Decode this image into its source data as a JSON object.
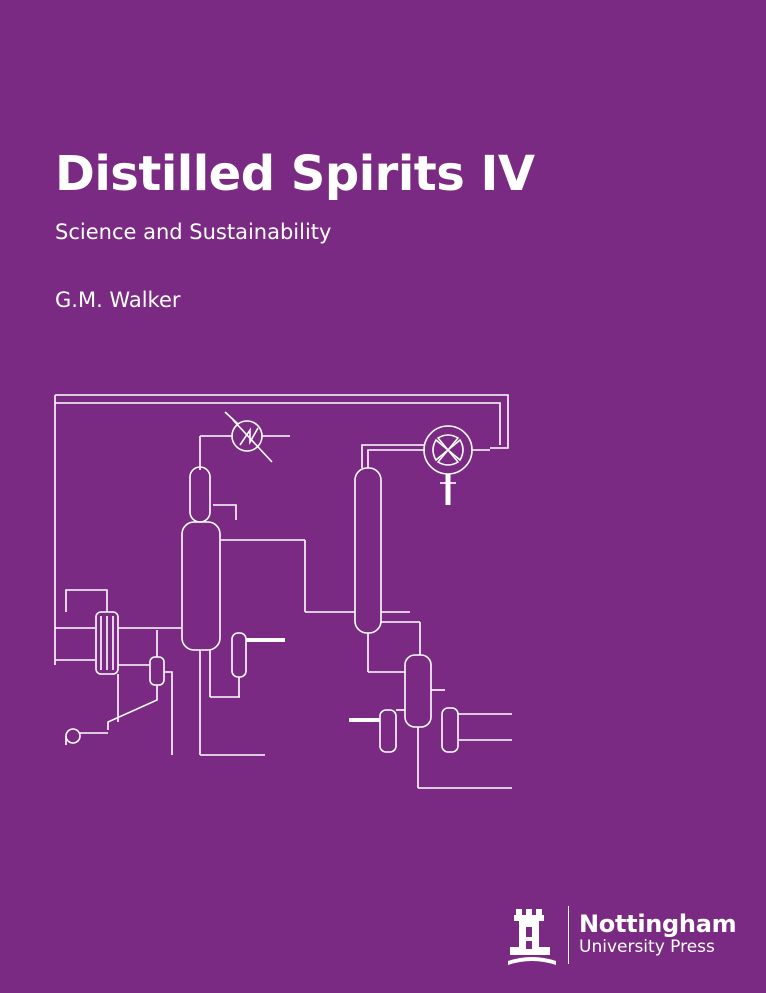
{
  "book": {
    "title": "Distilled Spirits IV",
    "subtitle": "Science and Sustainability",
    "author": "G.M. Walker"
  },
  "publisher": {
    "name": "Nottingham",
    "subname": "University Press",
    "logo_icon": "castle-logo-icon"
  },
  "colors": {
    "background": "#7b2a83",
    "foreground": "#ffffff"
  },
  "illustration": {
    "icon": "distillation-process-diagram-icon"
  }
}
